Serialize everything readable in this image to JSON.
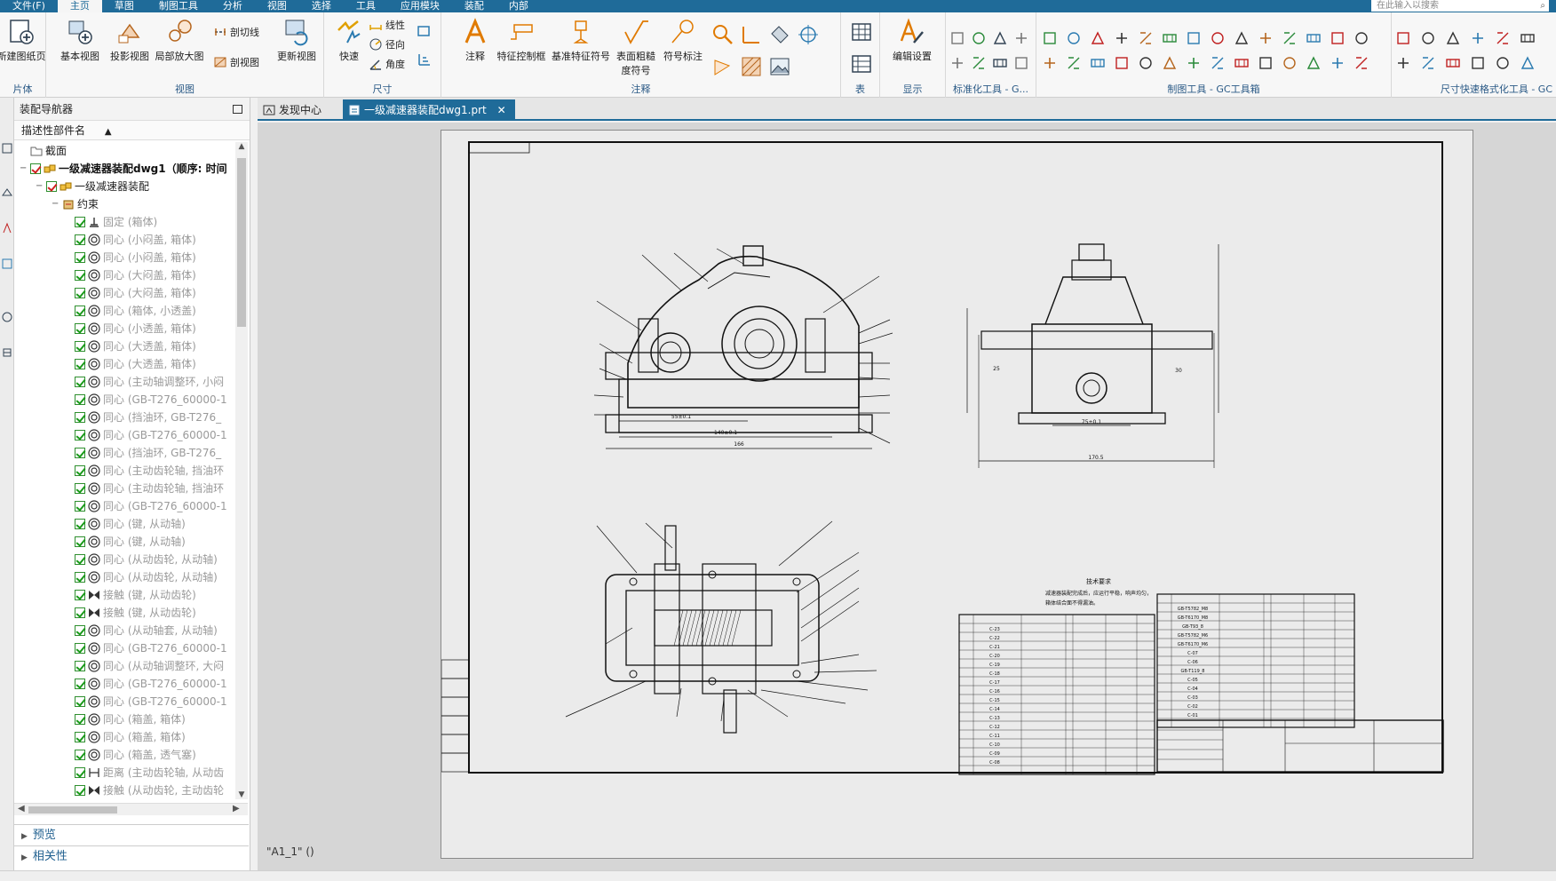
{
  "menu": {
    "items": [
      "文件(F)",
      "主页",
      "草图",
      "制图工具",
      "分析",
      "视图",
      "选择",
      "工具",
      "应用模块",
      "装配",
      "内部"
    ],
    "active_index": 1,
    "search_placeholder": "在此输入以搜索"
  },
  "ribbon": {
    "groups": {
      "sheet": "片体",
      "view": "视图",
      "dimension": "尺寸",
      "annotation": "注释",
      "table": "表",
      "display": "显示",
      "std_tools": "标准化工具 - G...",
      "gc_tools": "制图工具 - GC工具箱",
      "dim_format": "尺寸快速格式化工具 - GC"
    },
    "buttons": {
      "new_sheet": "新建图纸页",
      "base_view": "基本视图",
      "proj_view": "投影视图",
      "detail_view": "局部放大图",
      "section_line": "剖切线",
      "section_view": "剖视图",
      "update_view": "更新视图",
      "quick": "快速",
      "linear": "线性",
      "radial": "径向",
      "angle": "角度",
      "note": "注释",
      "fcf": "特征控制框",
      "datum_feature": "基准特征符号",
      "surface_finish": "表面粗糙度符号",
      "id_symbol": "符号标注",
      "edit_settings": "编辑设置"
    }
  },
  "navigator": {
    "title": "装配导航器",
    "column": "描述性部件名",
    "rows": [
      {
        "level": 0,
        "text": "截面",
        "style": "normal",
        "icon": "folder-icon",
        "check": "none"
      },
      {
        "level": 0,
        "text": "一级减速器装配dwg1（顺序: 时间",
        "style": "bold",
        "icon": "assembly-icon",
        "check": "red",
        "expand": "−"
      },
      {
        "level": 1,
        "text": "一级减速器装配",
        "style": "normal",
        "icon": "assembly-icon",
        "check": "red",
        "expand": "−"
      },
      {
        "level": 2,
        "text": "约束",
        "style": "normal",
        "icon": "constraint-icon",
        "check": "none",
        "expand": "−"
      },
      {
        "level": 3,
        "text": "固定 (箱体)",
        "style": "dim",
        "icon": "fixed-icon",
        "check": "green"
      },
      {
        "level": 3,
        "text": "同心 (小闷盖, 箱体)",
        "style": "dim",
        "icon": "concentric-icon",
        "check": "green"
      },
      {
        "level": 3,
        "text": "同心 (小闷盖, 箱体)",
        "style": "dim",
        "icon": "concentric-icon",
        "check": "green"
      },
      {
        "level": 3,
        "text": "同心 (大闷盖, 箱体)",
        "style": "dim",
        "icon": "concentric-icon",
        "check": "green"
      },
      {
        "level": 3,
        "text": "同心 (大闷盖, 箱体)",
        "style": "dim",
        "icon": "concentric-icon",
        "check": "green"
      },
      {
        "level": 3,
        "text": "同心 (箱体, 小透盖)",
        "style": "dim",
        "icon": "concentric-icon",
        "check": "green"
      },
      {
        "level": 3,
        "text": "同心 (小透盖, 箱体)",
        "style": "dim",
        "icon": "concentric-icon",
        "check": "green"
      },
      {
        "level": 3,
        "text": "同心 (大透盖, 箱体)",
        "style": "dim",
        "icon": "concentric-icon",
        "check": "green"
      },
      {
        "level": 3,
        "text": "同心 (大透盖, 箱体)",
        "style": "dim",
        "icon": "concentric-icon",
        "check": "green"
      },
      {
        "level": 3,
        "text": "同心 (主动轴调整环, 小闷",
        "style": "dim",
        "icon": "concentric-icon",
        "check": "green"
      },
      {
        "level": 3,
        "text": "同心 (GB-T276_60000-1",
        "style": "dim",
        "icon": "concentric-icon",
        "check": "green"
      },
      {
        "level": 3,
        "text": "同心 (挡油环, GB-T276_",
        "style": "dim",
        "icon": "concentric-icon",
        "check": "green"
      },
      {
        "level": 3,
        "text": "同心 (GB-T276_60000-1",
        "style": "dim",
        "icon": "concentric-icon",
        "check": "green"
      },
      {
        "level": 3,
        "text": "同心 (挡油环, GB-T276_",
        "style": "dim",
        "icon": "concentric-icon",
        "check": "green"
      },
      {
        "level": 3,
        "text": "同心 (主动齿轮轴, 挡油环",
        "style": "dim",
        "icon": "concentric-icon",
        "check": "green"
      },
      {
        "level": 3,
        "text": "同心 (主动齿轮轴, 挡油环",
        "style": "dim",
        "icon": "concentric-icon",
        "check": "green"
      },
      {
        "level": 3,
        "text": "同心 (GB-T276_60000-1",
        "style": "dim",
        "icon": "concentric-icon",
        "check": "green"
      },
      {
        "level": 3,
        "text": "同心 (键, 从动轴)",
        "style": "dim",
        "icon": "concentric-icon",
        "check": "green"
      },
      {
        "level": 3,
        "text": "同心 (键, 从动轴)",
        "style": "dim",
        "icon": "concentric-icon",
        "check": "green"
      },
      {
        "level": 3,
        "text": "同心 (从动齿轮, 从动轴)",
        "style": "dim",
        "icon": "concentric-icon",
        "check": "green"
      },
      {
        "level": 3,
        "text": "同心 (从动齿轮, 从动轴)",
        "style": "dim",
        "icon": "concentric-icon",
        "check": "green"
      },
      {
        "level": 3,
        "text": "接触 (键, 从动齿轮)",
        "style": "dim",
        "icon": "touch-icon",
        "check": "green"
      },
      {
        "level": 3,
        "text": "接触 (键, 从动齿轮)",
        "style": "dim",
        "icon": "touch-icon",
        "check": "green"
      },
      {
        "level": 3,
        "text": "同心 (从动轴套, 从动轴)",
        "style": "dim",
        "icon": "concentric-icon",
        "check": "green"
      },
      {
        "level": 3,
        "text": "同心 (GB-T276_60000-1",
        "style": "dim",
        "icon": "concentric-icon",
        "check": "green"
      },
      {
        "level": 3,
        "text": "同心 (从动轴调整环, 大闷",
        "style": "dim",
        "icon": "concentric-icon",
        "check": "green"
      },
      {
        "level": 3,
        "text": "同心 (GB-T276_60000-1",
        "style": "dim",
        "icon": "concentric-icon",
        "check": "green"
      },
      {
        "level": 3,
        "text": "同心 (GB-T276_60000-1",
        "style": "dim",
        "icon": "concentric-icon",
        "check": "green"
      },
      {
        "level": 3,
        "text": "同心 (箱盖, 箱体)",
        "style": "dim",
        "icon": "concentric-icon",
        "check": "green"
      },
      {
        "level": 3,
        "text": "同心 (箱盖, 箱体)",
        "style": "dim",
        "icon": "concentric-icon",
        "check": "green"
      },
      {
        "level": 3,
        "text": "同心 (箱盖, 透气塞)",
        "style": "dim",
        "icon": "concentric-icon",
        "check": "green"
      },
      {
        "level": 3,
        "text": "距离 (主动齿轮轴, 从动齿",
        "style": "dim",
        "icon": "distance-icon",
        "check": "green"
      },
      {
        "level": 3,
        "text": "接触 (从动齿轮, 主动齿轮",
        "style": "dim",
        "icon": "touch-icon",
        "check": "green"
      }
    ],
    "sections": [
      "预览",
      "相关性"
    ]
  },
  "tabs": [
    {
      "label": "发现中心",
      "active": false,
      "close": ""
    },
    {
      "label": "一级减速器装配dwg1.prt",
      "active": true,
      "close": "✕"
    }
  ],
  "canvas": {
    "sheet_name": "\"A1_1\"  ()",
    "title_block": {
      "tech_req_title": "技术要求",
      "tech_req_line1": "减速器装配完成后，应运行平稳，响声均匀，",
      "tech_req_line2": "箱体结合面不得漏油。",
      "front_dims": [
        "55±0.1",
        "140±0.1",
        "166"
      ],
      "side_dims": [
        "75±0.1",
        "170.5",
        "30",
        "25"
      ],
      "parts_left": [
        "C-23",
        "C-22",
        "C-21",
        "C-20",
        "C-19",
        "C-18",
        "C-17",
        "C-16",
        "C-15",
        "C-14",
        "C-13",
        "C-12",
        "C-11",
        "C-10",
        "C-09",
        "C-08"
      ],
      "parts_right": [
        "GB-T5782_M8",
        "GB-T6170_M8",
        "GB-T93_8",
        "GB-T5782_M6",
        "GB-T6170_M6",
        "C-07",
        "C-06",
        "GB-T119_8",
        "C-05",
        "C-04",
        "C-03",
        "C-02",
        "C-01"
      ]
    }
  },
  "colors": {
    "menubar": "#1f6b99",
    "ribbon_label": "#2b5a86",
    "tab_active": "#1f6b99",
    "check_green": "#1a9a1a",
    "check_red": "#d02020"
  }
}
